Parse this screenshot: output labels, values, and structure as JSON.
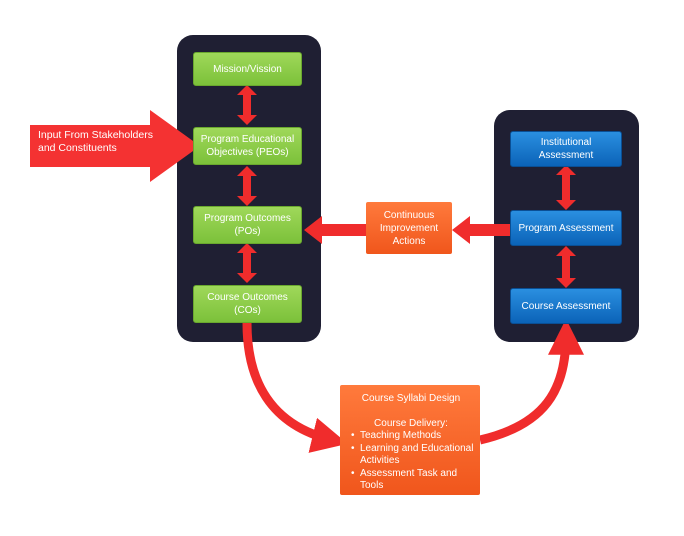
{
  "diagram": {
    "stakeholder_input": "Input From Stakeholders\nand Constituents",
    "left_column": {
      "mission": "Mission/Vission",
      "peos": "Program Educational\nObjectives (PEOs)",
      "pos": "Program Outcomes\n(POs)",
      "cos": "Course Outcomes\n(COs)"
    },
    "right_column": {
      "institutional": "Institutional Assessment",
      "program": "Program Assessment",
      "course": "Course Assessment"
    },
    "continuous_improvement": "Continuous\nImprovement\nActions",
    "syllabi": {
      "title": "Course Syllabi Design",
      "delivery_heading": "Course Delivery:",
      "items": [
        "Teaching Methods",
        "Learning and Educational Activities",
        "Assessment Task and Tools"
      ]
    },
    "colors": {
      "panel": "#1f1f33",
      "green": "#8ccd47",
      "blue": "#0b63b8",
      "orange": "#f26a2e",
      "arrow_red": "#f02c2c"
    }
  }
}
